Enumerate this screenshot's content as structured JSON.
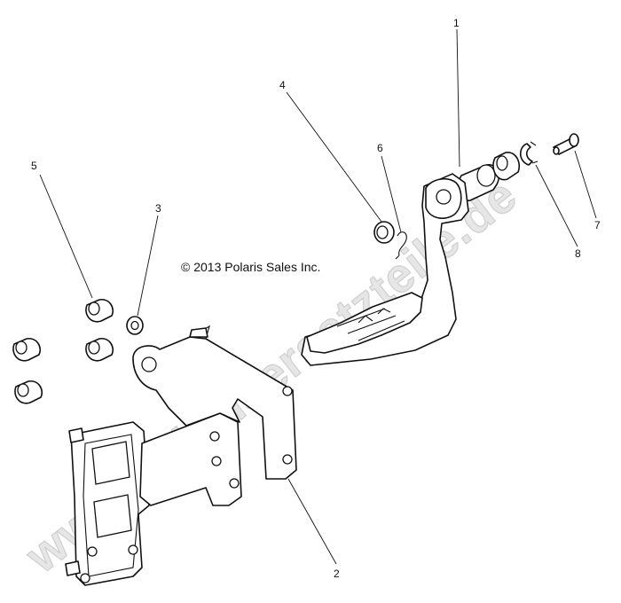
{
  "diagram": {
    "watermark": "www.polarisersatzteile.de",
    "copyright": "© 2013 Polaris Sales Inc.",
    "callouts": [
      {
        "id": "1",
        "label": "1"
      },
      {
        "id": "2",
        "label": "2"
      },
      {
        "id": "3",
        "label": "3"
      },
      {
        "id": "4",
        "label": "4"
      },
      {
        "id": "5",
        "label": "5"
      },
      {
        "id": "6",
        "label": "6"
      },
      {
        "id": "7",
        "label": "7"
      },
      {
        "id": "8",
        "label": "8"
      }
    ]
  }
}
